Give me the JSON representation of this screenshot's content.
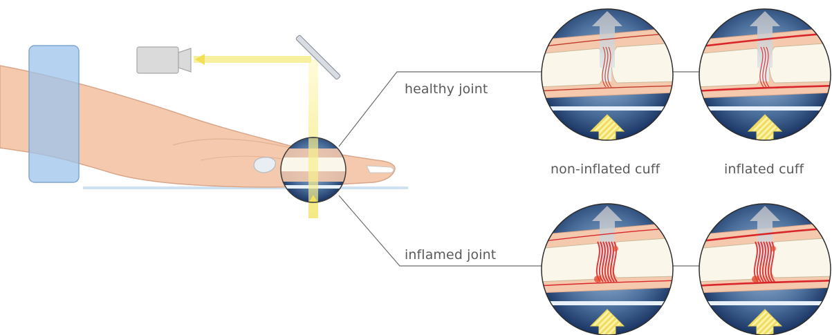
{
  "labels": {
    "healthy_joint": "healthy joint",
    "inflamed_joint": "inflamed joint",
    "non_inflated_cuff": "non-inflated cuff",
    "inflated_cuff": "inflated cuff"
  },
  "colors": {
    "skin": "#f4c9ad",
    "skin_outline": "#d9a68a",
    "cuff": "#9cc3ec",
    "light_beam": "#f6ef8e",
    "lens_blue_dark": "#1e3a66",
    "lens_blue_light": "#8fb2d6",
    "bone": "#fbf6ea",
    "vessel_red": "#d9262b",
    "camera_gray": "#d8d8d8",
    "arrow_gray": "#c8ccd0"
  },
  "icons": [
    "camera-icon",
    "mirror-icon",
    "cuff-icon",
    "magnifier-icon",
    "light-arrow-icon"
  ]
}
